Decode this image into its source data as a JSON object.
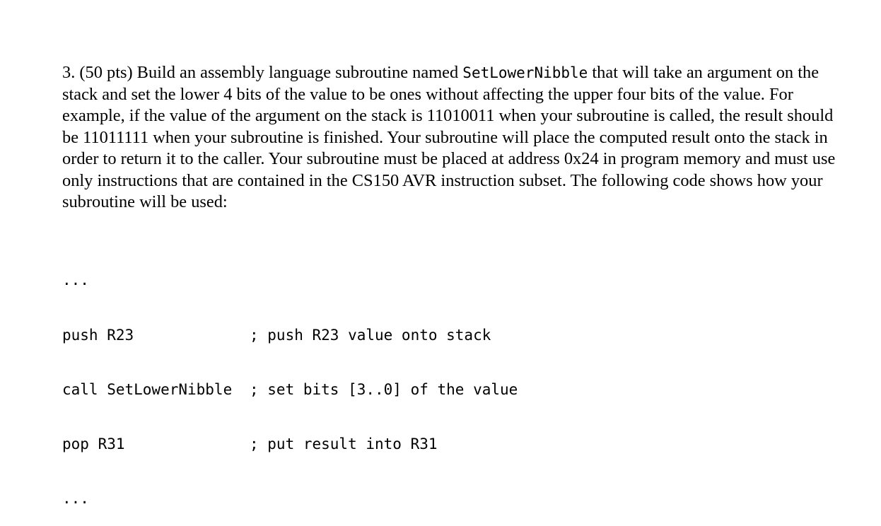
{
  "problem": {
    "text_before": "3. (50 pts) Build an assembly language subroutine named ",
    "subroutine_name": "SetLowerNibble",
    "text_after": " that will take an argument on the stack and set the lower 4 bits of the value to be ones without affecting the upper four bits of the value. For example, if the value of the argument on the stack is 11010011 when your subroutine is called,  the result should be 11011111 when your subroutine is finished.  Your subroutine will place the computed result onto the stack in order to return it to the caller.  Your subroutine must be placed at address 0x24 in program memory and must use only instructions that are contained in the CS150 AVR instruction subset.  The following code shows how your subroutine will be used:"
  },
  "code": {
    "lines": [
      {
        "instruction": "...",
        "comment": ""
      },
      {
        "instruction": "push R23",
        "comment": "; push R23 value onto stack"
      },
      {
        "instruction": "call SetLowerNibble",
        "comment": "; set bits [3..0] of the value"
      },
      {
        "instruction": "pop R31",
        "comment": "; put result into R31"
      },
      {
        "instruction": "...",
        "comment": ""
      }
    ]
  }
}
